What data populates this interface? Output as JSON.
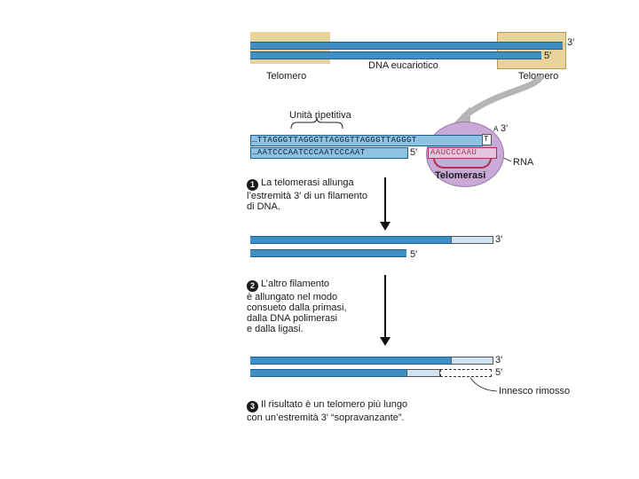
{
  "top_panel": {
    "dna_label": "DNA eucariotico",
    "telomere_left": "Telomero",
    "telomere_right": "Telomero",
    "end_3": "3′",
    "end_5": "5′"
  },
  "zoom_panel": {
    "repeat_unit_label": "Unità ripetitiva",
    "top_seq": "…TTAGGGTTAGGGTTAGGGTTAGGGTTAGGGT",
    "bottom_seq": "…AATCCCAATCCCAATCCCAAT",
    "rna_seq": "AAUCCCAAU",
    "enzyme_label": "Telomerasi",
    "rna_label": "RNA",
    "end_3": "3′",
    "end_5": "5′",
    "new_nt": "T",
    "new_nt_a": "A"
  },
  "steps": [
    {
      "num": "1",
      "text": [
        "La telomerasi allunga",
        "l’estremità 3′ di un filamento",
        "di DNA."
      ]
    },
    {
      "num": "2",
      "text": [
        "L’altro filamento",
        "è allungato nel modo",
        "consueto dalla primasi,",
        "dalla DNA polimerasi",
        "e dalla ligasi."
      ]
    },
    {
      "num": "3",
      "text": [
        "Il risultato è un telomero più lungo",
        "con un’estremità 3′ “sopravanzante”."
      ]
    }
  ],
  "stage2": {
    "end_3": "3′",
    "end_5": "5′"
  },
  "stage3": {
    "end_3": "3′",
    "end_5": "5′",
    "primer_label": "Innesco rimosso"
  },
  "colors": {
    "strand": "#3f8fc4",
    "strand_light": "#8cc3e2",
    "telomere_box": "#e8d49a",
    "enzyme": "#c9a9d6",
    "rna": "#b03050"
  }
}
